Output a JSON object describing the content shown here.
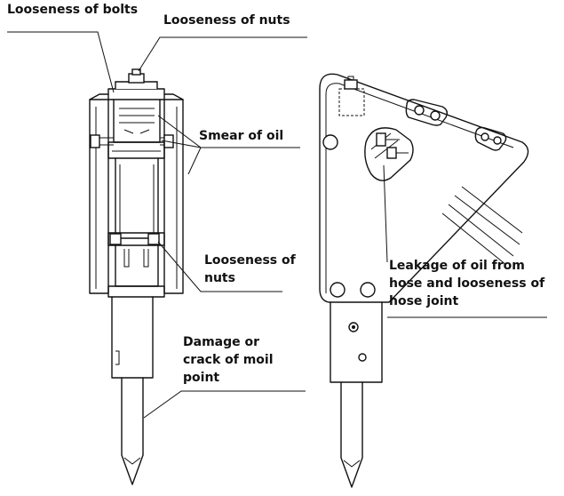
{
  "labels": {
    "bolts": "Looseness of bolts",
    "nuts_top": "Looseness of nuts",
    "oil_smear": "Smear of oil",
    "nuts_mid_1": "Looseness of",
    "nuts_mid_2": "nuts",
    "moil_1": "Damage or",
    "moil_2": "crack of moil",
    "moil_3": "point",
    "leak_1": "Leakage of oil from",
    "leak_2": "hose and looseness of",
    "leak_3": "hose joint"
  },
  "colors": {
    "ink": "#111111",
    "background": "#ffffff"
  }
}
